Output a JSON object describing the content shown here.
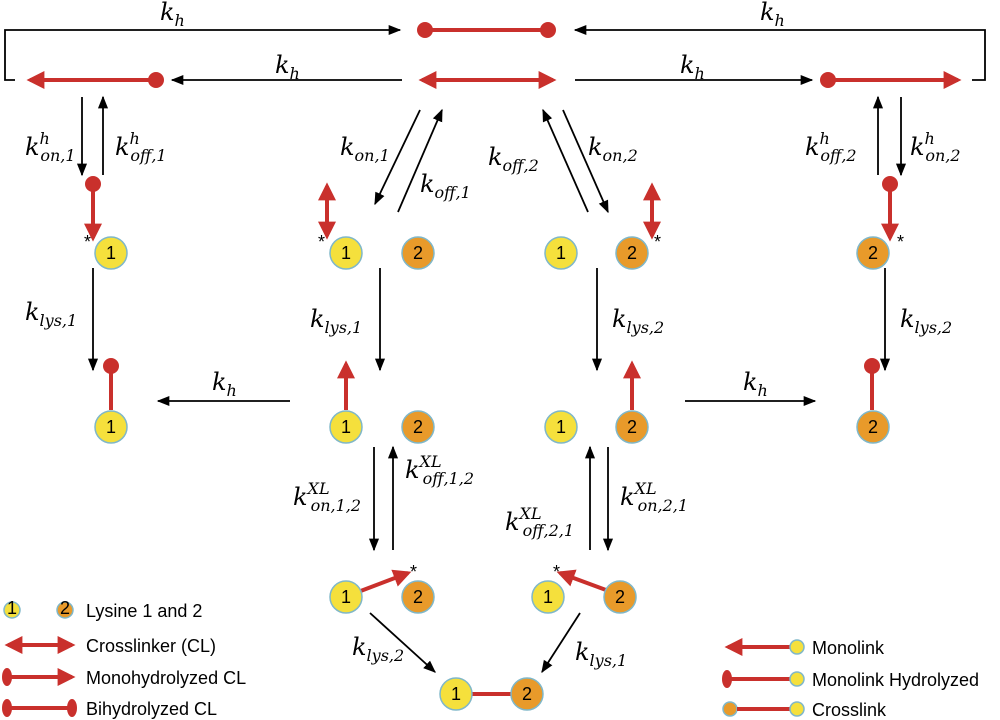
{
  "rates": {
    "kh": {
      "base": "k",
      "sub": "h"
    },
    "kon1h": {
      "base": "k",
      "sup": "h",
      "sub": "on,1"
    },
    "koff1h": {
      "base": "k",
      "sup": "h",
      "sub": "off,1"
    },
    "kon1": {
      "base": "k",
      "sub": "on,1"
    },
    "koff1": {
      "base": "k",
      "sub": "off,1"
    },
    "koff2": {
      "base": "k",
      "sub": "off,2"
    },
    "kon2": {
      "base": "k",
      "sub": "on,2"
    },
    "koff2h": {
      "base": "k",
      "sup": "h",
      "sub": "off,2"
    },
    "kon2h": {
      "base": "k",
      "sup": "h",
      "sub": "on,2"
    },
    "klys1": {
      "base": "k",
      "sub": "lys,1"
    },
    "klys2": {
      "base": "k",
      "sub": "lys,2"
    },
    "konXL12": {
      "base": "k",
      "sup": "XL",
      "sub": "on,1,2"
    },
    "koffXL12": {
      "base": "k",
      "sup": "XL",
      "sub": "off,1,2"
    },
    "koffXL21": {
      "base": "k",
      "sup": "XL",
      "sub": "off,2,1"
    },
    "konXL21": {
      "base": "k",
      "sup": "XL",
      "sub": "on,2,1"
    }
  },
  "lysine": {
    "one": "1",
    "two": "2"
  },
  "marker": "*",
  "legend": {
    "lysine": "Lysine 1 and 2",
    "crosslinker": "Crosslinker (CL)",
    "monohydrolyzed": "Monohydrolyzed CL",
    "bihydrolyzed": "Bihydrolyzed CL",
    "monolink": "Monolink",
    "monolink_hydrolyzed": "Monolink Hydrolyzed",
    "crosslink": "Crosslink"
  },
  "colors": {
    "crosslinker": "#c9302c",
    "lysine1": "#f5e03c",
    "lysine2": "#e89a2a",
    "outline": "#7fb7c9"
  }
}
